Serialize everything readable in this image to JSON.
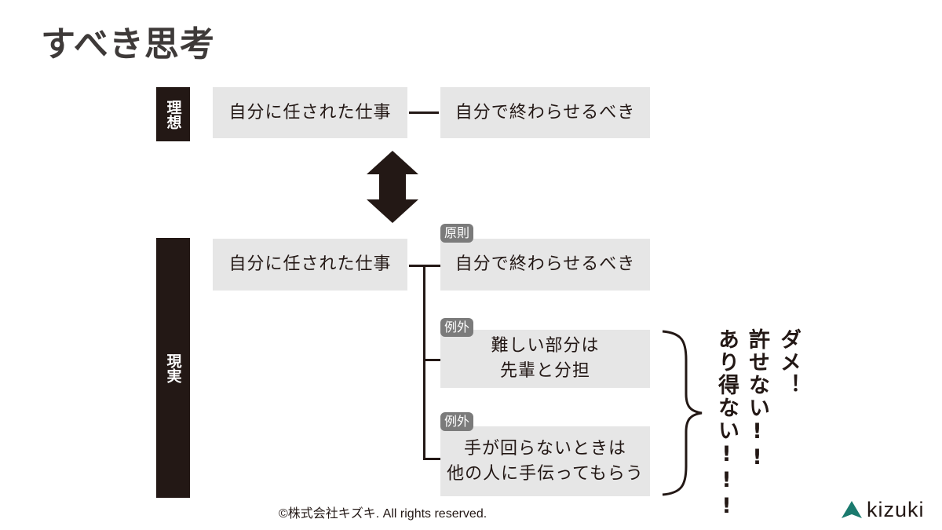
{
  "title": "すべき思考",
  "ideal": {
    "label": "理想",
    "source": "自分に任された仕事",
    "result": "自分で終わらせるべき"
  },
  "reality": {
    "label": "現実",
    "source": "自分に任された仕事",
    "branches": [
      {
        "tag": "原則",
        "text": "自分で終わらせるべき"
      },
      {
        "tag": "例外",
        "line1": "難しい部分は",
        "line2": "先輩と分担"
      },
      {
        "tag": "例外",
        "line1": "手が回らないときは",
        "line2": "他の人に手伝ってもらう"
      }
    ]
  },
  "reaction": {
    "col1": "ダメ！",
    "col2": "許せない!!",
    "col3": "あり得ない!!!"
  },
  "footer": {
    "copyright": "©株式会社キズキ. All rights reserved.",
    "logo_text": "kizuki",
    "logo_color": "#1a7a6e"
  },
  "icons": {
    "vs_arrow": "double-headed-vertical-arrow",
    "brace": "right-curly-brace"
  }
}
